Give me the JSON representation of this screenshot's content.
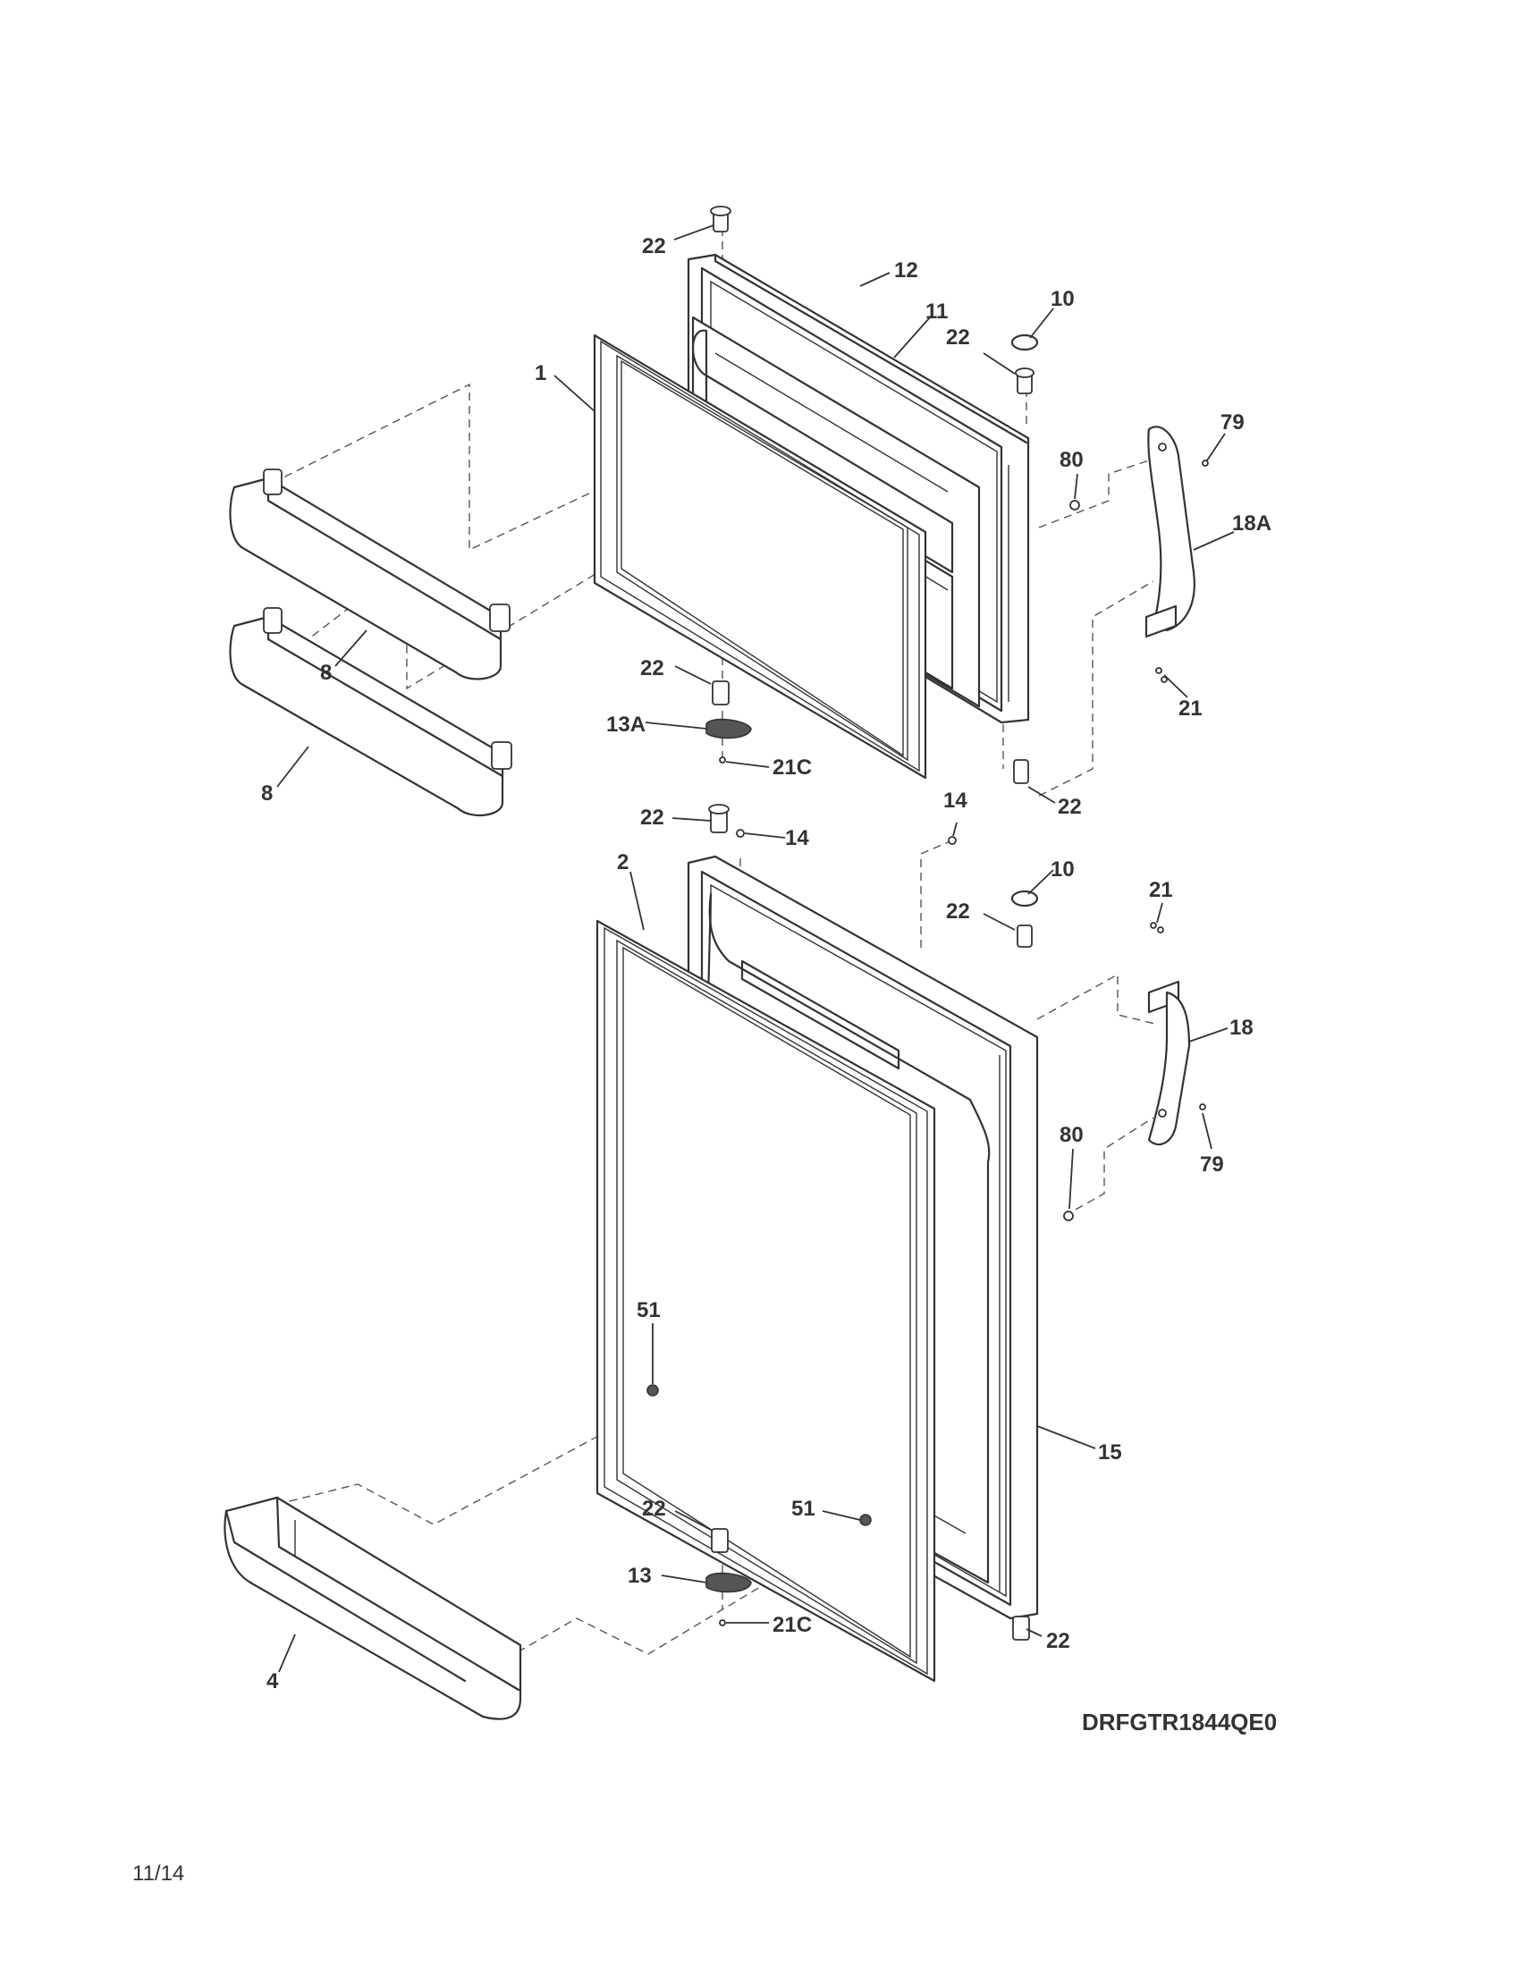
{
  "callouts": {
    "c22_top": "22",
    "c12": "12",
    "c11": "11",
    "c10_top": "10",
    "c22_cap_top": "22",
    "c1": "1",
    "c79_top": "79",
    "c80_top": "80",
    "c18A": "18A",
    "c8_upper": "8",
    "c22_hinge_top": "22",
    "c13A": "13A",
    "c21_top": "21",
    "c21C_top": "21C",
    "c8_lower": "8",
    "c22_bottom_top": "22",
    "c22_mid": "22",
    "c14_left": "14",
    "c14_right": "14",
    "c10_bottom": "10",
    "c2": "2",
    "c21_bottom": "21",
    "c22_cap_bottom": "22",
    "c18": "18",
    "c80_bottom": "80",
    "c79_bottom": "79",
    "c51_left": "51",
    "c15": "15",
    "c22_hinge_bottom": "22",
    "c51_right": "51",
    "c13": "13",
    "c21C_bottom": "21C",
    "c22_bottom_bottom": "22",
    "c4": "4"
  },
  "model_code": "DRFGTR1844QE0",
  "page_number": "11/14"
}
